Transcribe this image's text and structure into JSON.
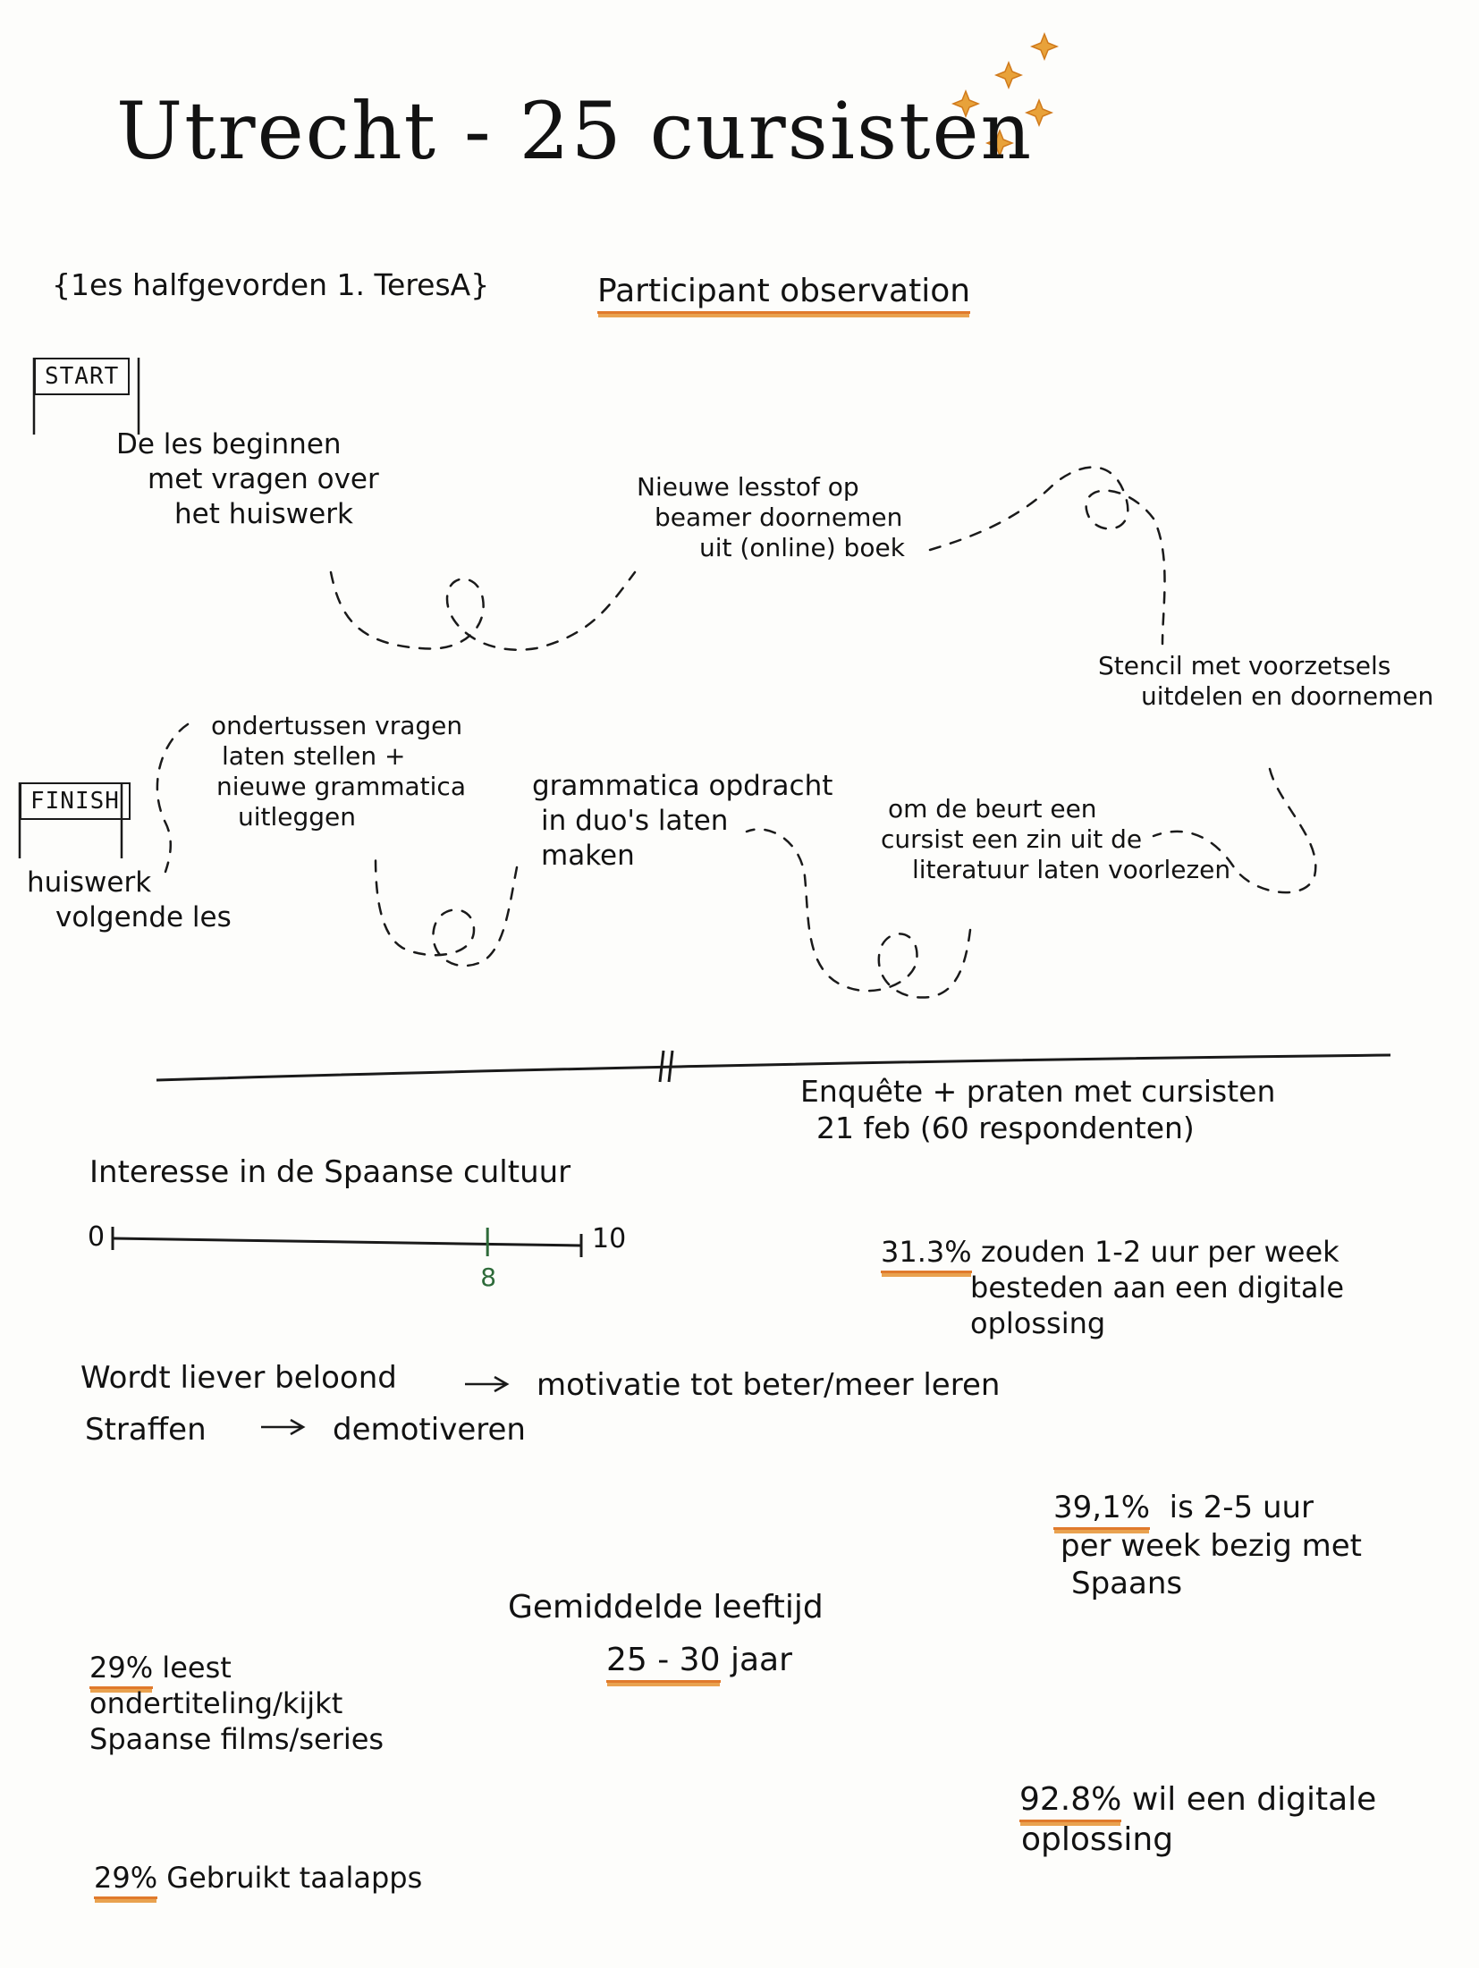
{
  "header": {
    "title": "Utrecht - 25 cursisten",
    "subtitle_left": "{1es halfgevorden 1. TeresA}",
    "subtitle_right": "Participant observation"
  },
  "flags": {
    "start": "START",
    "finish": "FINISH"
  },
  "journey": {
    "step1": [
      "De les beginnen",
      "met vragen over",
      "het huiswerk"
    ],
    "step2": [
      "Nieuwe lesstof op",
      "beamer doornemen",
      "uit (online) boek"
    ],
    "step3": [
      "Stencil met voorzetsels",
      "uitdelen en doornemen"
    ],
    "step4": [
      "om de beurt een",
      "cursist een zin uit de",
      "literatuur laten voorlezen"
    ],
    "step5": [
      "grammatica opdracht",
      "in duo's laten",
      "maken"
    ],
    "step6": [
      "ondertussen vragen",
      "laten stellen +",
      "nieuwe grammatica",
      "uitleggen"
    ],
    "finish_note": [
      "huiswerk",
      "volgende les"
    ]
  },
  "survey": {
    "heading": "Enquête + praten met cursisten",
    "date": "21 feb (60 respondenten)"
  },
  "interest": {
    "label": "Interesse in de Spaanse cultuur",
    "scale_min": "0",
    "scale_max": "10",
    "marker_label": "8",
    "marker_value": 8,
    "marker_color": "#2e6b3a"
  },
  "rewards": {
    "line1_left": "Wordt liever beloond",
    "line1_arrow": "→",
    "line1_right": "motivatie tot beter/meer leren",
    "line2_left": "Straffen",
    "line2_arrow": "→",
    "line2_right": "demotiveren"
  },
  "stats": {
    "s1_value": "31.3%",
    "s1_text": [
      "zouden 1-2 uur per week",
      "besteden aan een digitale",
      "oplossing"
    ],
    "s2_value": "39,1%",
    "s2_text": [
      "is 2-5 uur",
      "per week bezig met",
      "Spaans"
    ],
    "age_label": "Gemiddelde leeftijd",
    "age_value": "25 - 30",
    "age_unit": "jaar",
    "s3_value": "29%",
    "s3_text": [
      "leest",
      "ondertiteling/kijkt",
      "Spaanse films/series"
    ],
    "s4_value": "29%",
    "s4_text": "Gebruikt taalapps",
    "s5_value": "92.8%",
    "s5_text": [
      "wil een digitale",
      "oplossing"
    ]
  },
  "colors": {
    "underline": "#e07a2c",
    "stars": "#e8a23a",
    "ink": "#121212",
    "green": "#2e6b3a"
  },
  "icons": [
    "sparkle-stars-icon",
    "start-flag-icon",
    "finish-flag-icon",
    "arrow-right-icon"
  ]
}
